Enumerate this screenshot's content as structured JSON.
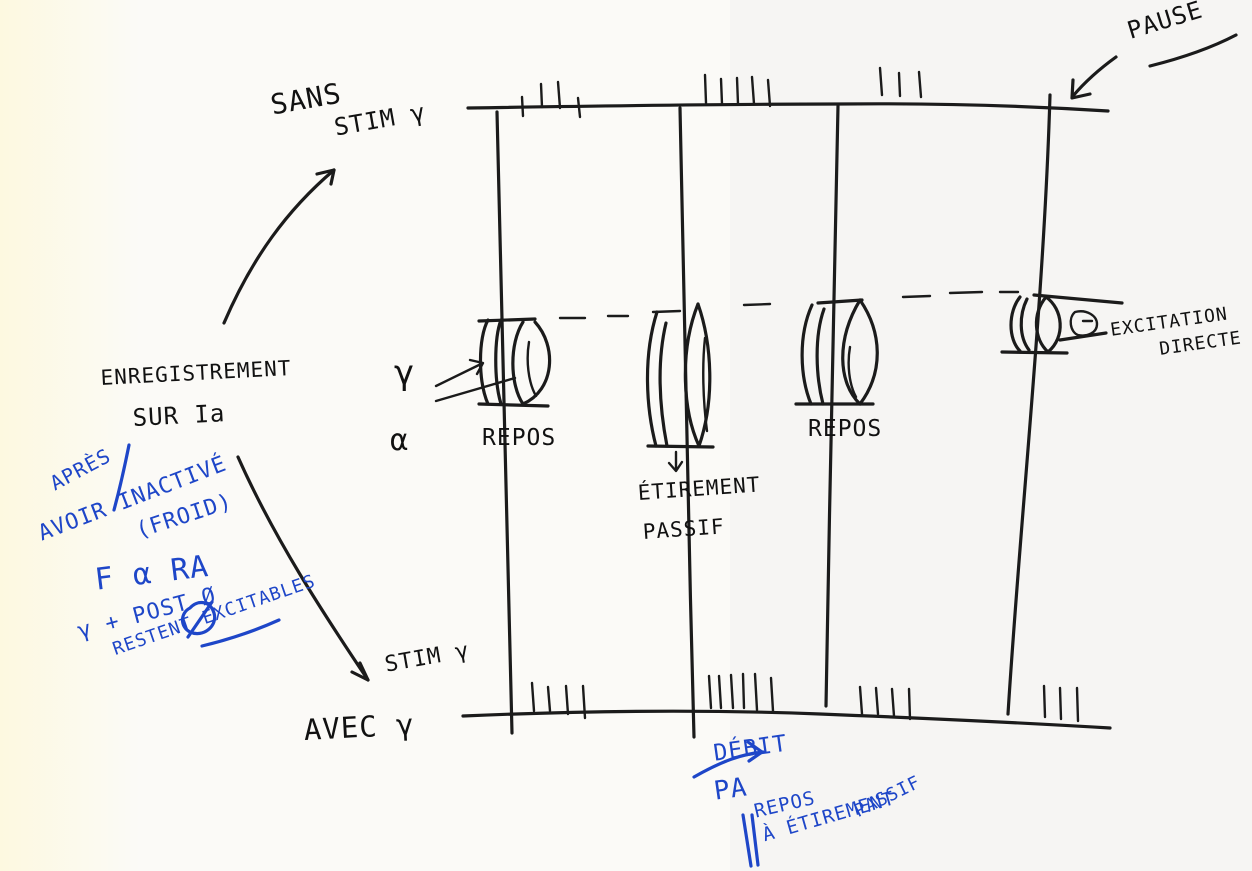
{
  "labels": {
    "top_line": "SANS",
    "top_line_2": "STIM γ",
    "pause": "PAUSE",
    "recording_1": "ENREGISTREMENT",
    "recording_2": "SUR Ia",
    "gamma_symbol": "γ",
    "alpha_symbol": "α",
    "repos_1": "REPOS",
    "repos_2": "REPOS",
    "etirement_passif": "ÉTIREMENT",
    "etirement_passif_2": "PASSIF",
    "excitation_1": "EXCITATION",
    "excitation_2": "DIRECTE",
    "bottom_line_1": "STIM γ",
    "bottom_line_2": "AVEC γ",
    "blue_note_1": "APRÈS",
    "blue_note_2": "AVOIR INACTIVÉ",
    "blue_note_3": "(FROID)",
    "blue_note_4": "F α RA",
    "blue_note_5": "γ + POST Ø",
    "blue_note_6": "RESTENT EXCITABLES",
    "bottom_note_1": "DÉBIT",
    "bottom_note_2": "PA",
    "bottom_note_3": "REPOS",
    "bottom_note_4": "À ÉTIREMENT",
    "bottom_note_5": "PASSIF"
  },
  "colors": {
    "ink": "#1b1b1b",
    "blue_ink": "#1e46c8"
  }
}
